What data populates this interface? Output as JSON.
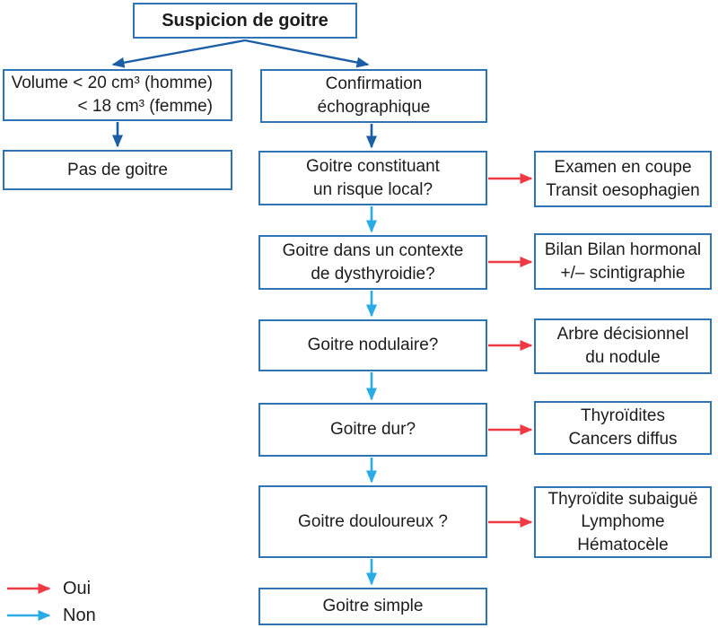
{
  "diagram": {
    "title": "Suspicion de goitre",
    "nodes": {
      "start": "Suspicion de goitre",
      "volume": "Volume < 20 cm³ (homme)\n< 18 cm³ (femme)",
      "pas_de_goitre": "Pas de goitre",
      "confirmation": "Confirmation\néchographique",
      "risque_local": "Goitre constituant\nun risque local?",
      "dysthyroidie": "Goitre dans un contexte\nde dysthyroidie?",
      "nodulaire": "Goitre nodulaire?",
      "dur": "Goitre dur?",
      "douloureux": "Goitre douloureux ?",
      "simple": "Goitre simple",
      "examen_coupe": "Examen en coupe\nTransit oesophagien",
      "bilan_hormonal": "Bilan Bilan hormonal\n+/– scintigraphie",
      "arbre_decisionnel": "Arbre décisionnel\ndu nodule",
      "thyroidites": "Thyroïdites\nCancers diffus",
      "thyroidite_subaigue": "Thyroïdite subaiguë\nLymphome\nHématocèle"
    },
    "edges": [
      {
        "from": "start",
        "to": "volume"
      },
      {
        "from": "start",
        "to": "confirmation"
      },
      {
        "from": "volume",
        "to": "pas_de_goitre"
      },
      {
        "from": "confirmation",
        "to": "risque_local"
      },
      {
        "from": "risque_local",
        "to": "examen_coupe",
        "answer": "Oui"
      },
      {
        "from": "risque_local",
        "to": "dysthyroidie",
        "answer": "Non"
      },
      {
        "from": "dysthyroidie",
        "to": "bilan_hormonal",
        "answer": "Oui"
      },
      {
        "from": "dysthyroidie",
        "to": "nodulaire",
        "answer": "Non"
      },
      {
        "from": "nodulaire",
        "to": "arbre_decisionnel",
        "answer": "Oui"
      },
      {
        "from": "nodulaire",
        "to": "dur",
        "answer": "Non"
      },
      {
        "from": "dur",
        "to": "thyroidites",
        "answer": "Oui"
      },
      {
        "from": "dur",
        "to": "douloureux",
        "answer": "Non"
      },
      {
        "from": "douloureux",
        "to": "thyroidite_subaigue",
        "answer": "Oui"
      },
      {
        "from": "douloureux",
        "to": "simple",
        "answer": "Non"
      }
    ],
    "legend": {
      "oui": "Oui",
      "non": "Non"
    },
    "colors": {
      "box_border": "#2e75b6",
      "flow_arrow": "#1b5ea6",
      "oui_arrow": "#ee3b43",
      "non_arrow": "#29abe8",
      "text": "#1c1c1c"
    }
  }
}
